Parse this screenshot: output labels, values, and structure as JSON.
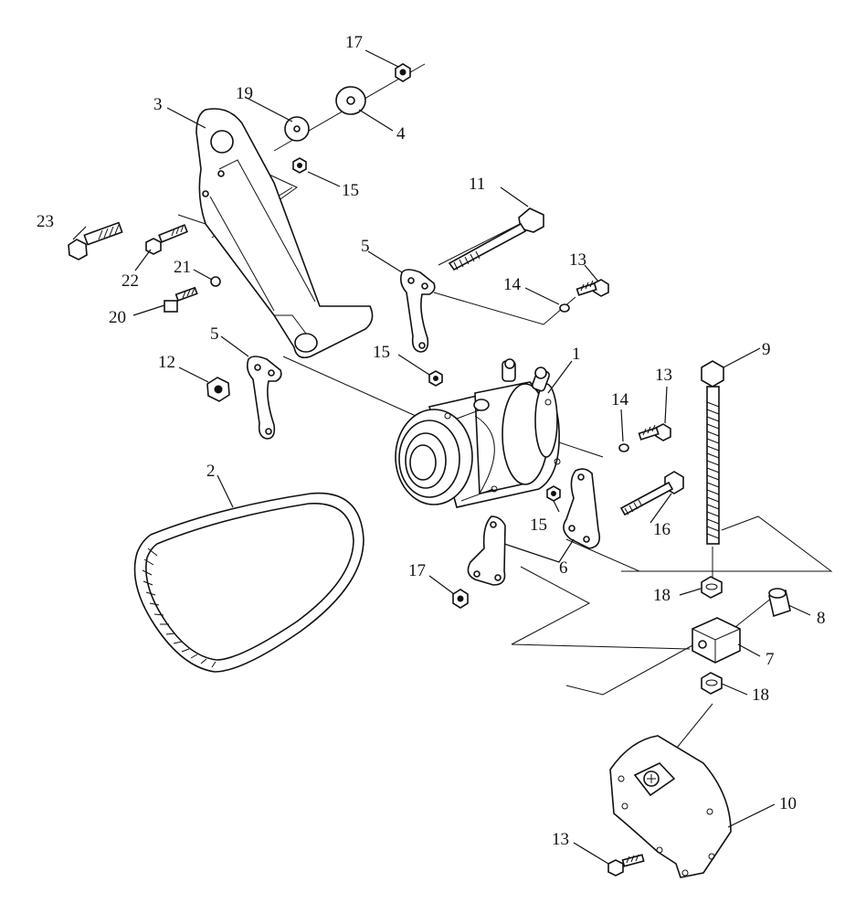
{
  "callouts": {
    "c1": "1",
    "c2": "2",
    "c3": "3",
    "c4": "4",
    "c5a": "5",
    "c5b": "5",
    "c6": "6",
    "c7": "7",
    "c8": "8",
    "c9": "9",
    "c10": "10",
    "c11": "11",
    "c12": "12",
    "c13a": "13",
    "c13b": "13",
    "c13c": "13",
    "c14a": "14",
    "c14b": "14",
    "c15a": "15",
    "c15b": "15",
    "c15c": "15",
    "c16": "16",
    "c17a": "17",
    "c17b": "17",
    "c18a": "18",
    "c18b": "18",
    "c19": "19",
    "c20": "20",
    "c21": "21",
    "c22": "22",
    "c23": "23"
  }
}
